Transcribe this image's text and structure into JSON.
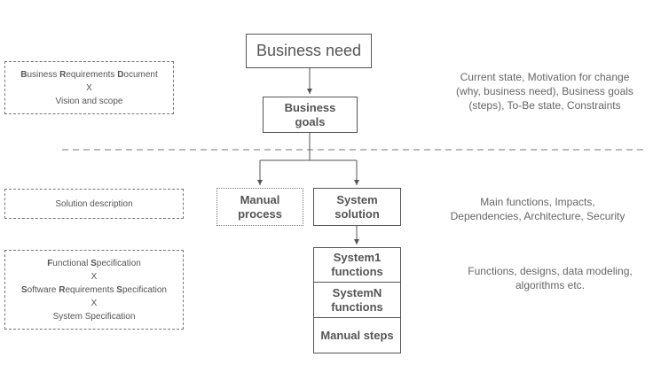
{
  "main_flow": {
    "business_need": "Business need",
    "business_goals_line1": "Business",
    "business_goals_line2": "goals",
    "manual_process_line1": "Manual",
    "manual_process_line2": "process",
    "system_solution_line1": "System",
    "system_solution_line2": "solution",
    "system1_line1": "System1",
    "system1_line2": "functions",
    "systemn_line1": "SystemN",
    "systemn_line2": "functions",
    "manual_steps": "Manual steps"
  },
  "left_docs": {
    "brd": {
      "line1": [
        {
          "b": "B",
          "t": "usiness "
        },
        {
          "b": "R",
          "t": "equirements "
        },
        {
          "b": "D",
          "t": "ocument"
        }
      ],
      "separator": "X",
      "line3": "Vision and scope"
    },
    "solution": "Solution description",
    "specs": {
      "line1": [
        {
          "b": "F",
          "t": "unctional "
        },
        {
          "b": "S",
          "t": "pecification"
        }
      ],
      "separator1": "X",
      "line3": [
        {
          "b": "S",
          "t": "oftware "
        },
        {
          "b": "R",
          "t": "equirements "
        },
        {
          "b": "S",
          "t": "pecification"
        }
      ],
      "separator2": "X",
      "line5": "System Specification"
    }
  },
  "right_notes": {
    "note1": [
      "Current state, Motivation for change",
      "(why, business need), Business goals",
      "(steps), To-Be state, Constraints"
    ],
    "note2": [
      "Main functions, Impacts,",
      "Dependencies, Architecture, Security"
    ],
    "note3": [
      "Functions, designs, data modeling,",
      "algorithms etc."
    ]
  },
  "colors": {
    "line": "#555555",
    "text": "#555555"
  }
}
